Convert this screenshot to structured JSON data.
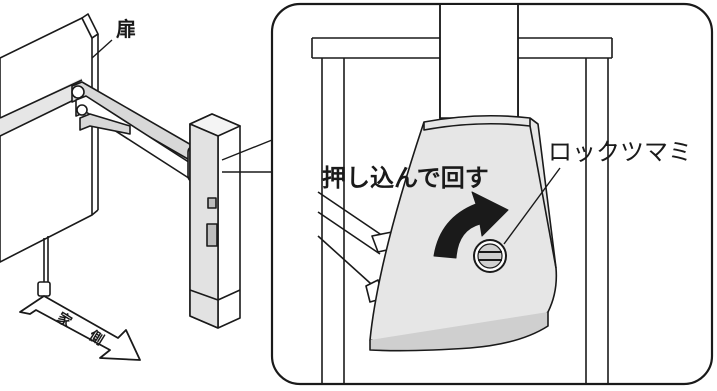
{
  "labels": {
    "door": "扉",
    "house_side": [
      "家",
      "側"
    ],
    "lock_knob": "ロックツマミ",
    "push_and_turn": "押し込んで回す"
  }
}
